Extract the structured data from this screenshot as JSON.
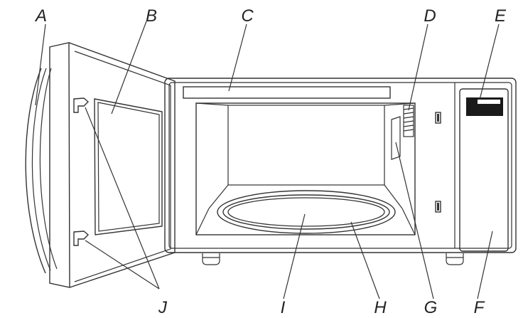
{
  "diagram": {
    "labels": {
      "A": "A",
      "B": "B",
      "C": "C",
      "D": "D",
      "E": "E",
      "F": "F",
      "G": "G",
      "H": "H",
      "I": "I",
      "J": "J"
    },
    "colors": {
      "line": "#333333",
      "background": "#ffffff",
      "display": "#1a1a1a"
    }
  }
}
